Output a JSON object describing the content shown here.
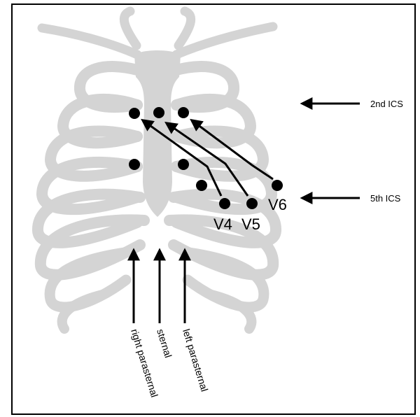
{
  "figure": {
    "landmarks": {
      "upper": "2nd ICS",
      "lower": "5th ICS"
    },
    "leads": {
      "v4": "V4",
      "v5": "V5",
      "v6": "V6"
    },
    "reference_lines": {
      "right": "right parasternal",
      "sternal": "sternal",
      "left": "left parasternal"
    },
    "colors": {
      "bone": "#d4d4d4",
      "ink": "#000000"
    }
  }
}
